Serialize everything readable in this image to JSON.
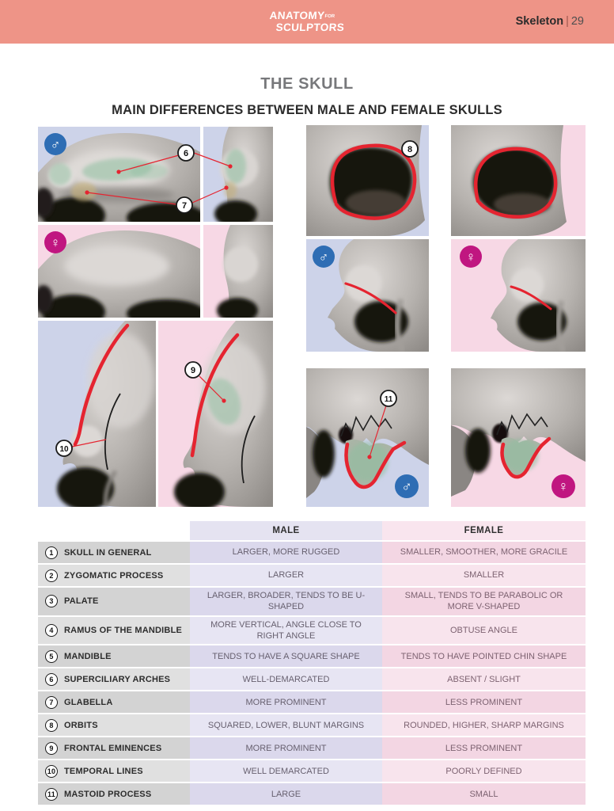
{
  "header": {
    "logo": {
      "line1": "ANATOMY",
      "mid": "FOR",
      "line2": "SCULPTORS"
    },
    "section": "Skeleton",
    "divider": "|",
    "page": "29"
  },
  "title": {
    "main": "THE SKULL",
    "sub": "MAIN DIFFERENCES BETWEEN MALE AND FEMALE SKULLS"
  },
  "figures": {
    "male_symbol": "♂",
    "female_symbol": "♀",
    "c6": "6",
    "c7": "7",
    "c8": "8",
    "c9": "9",
    "c10": "10",
    "c11": "11"
  },
  "colors": {
    "topbar_salmon": "#ee9487",
    "male_badge_blue": "#2e6db4",
    "female_badge_magenta": "#c01680",
    "panel_blue": "#cdd3e9",
    "panel_pink": "#f7d8e5",
    "annotation_red": "#e52430",
    "highlight_green": "#8fbfa0",
    "table_male_bg": "#dbd8ec",
    "table_female_bg": "#f3d6e3"
  },
  "table": {
    "male_header": "MALE",
    "female_header": "FEMALE",
    "rows": [
      {
        "num": "1",
        "label": "SKULL IN GENERAL",
        "male": "LARGER, MORE RUGGED",
        "female": "SMALLER, SMOOTHER, MORE GRACILE"
      },
      {
        "num": "2",
        "label": "ZYGOMATIC PROCESS",
        "male": "LARGER",
        "female": "SMALLER"
      },
      {
        "num": "3",
        "label": "PALATE",
        "male": "LARGER, BROADER, TENDS TO BE U-SHAPED",
        "female": "SMALL, TENDS TO BE PARABOLIC OR MORE V-SHAPED"
      },
      {
        "num": "4",
        "label": "RAMUS OF THE MANDIBLE",
        "male": "MORE VERTICAL, ANGLE CLOSE TO RIGHT ANGLE",
        "female": "OBTUSE ANGLE"
      },
      {
        "num": "5",
        "label": "MANDIBLE",
        "male": "TENDS TO HAVE A SQUARE SHAPE",
        "female": "TENDS TO HAVE POINTED CHIN SHAPE"
      },
      {
        "num": "6",
        "label": "SUPERCILIARY ARCHES",
        "male": "WELL-DEMARCATED",
        "female": "ABSENT / SLIGHT"
      },
      {
        "num": "7",
        "label": "GLABELLA",
        "male": "MORE PROMINENT",
        "female": "LESS PROMINENT"
      },
      {
        "num": "8",
        "label": "ORBITS",
        "male": "SQUARED, LOWER, BLUNT MARGINS",
        "female": "ROUNDED, HIGHER, SHARP MARGINS"
      },
      {
        "num": "9",
        "label": "FRONTAL EMINENCES",
        "male": "MORE PROMINENT",
        "female": "LESS PROMINENT"
      },
      {
        "num": "10",
        "label": "TEMPORAL LINES",
        "male": "WELL DEMARCATED",
        "female": "POORLY DEFINED"
      },
      {
        "num": "11",
        "label": "MASTOID PROCESS",
        "male": "LARGE",
        "female": "SMALL"
      }
    ]
  }
}
